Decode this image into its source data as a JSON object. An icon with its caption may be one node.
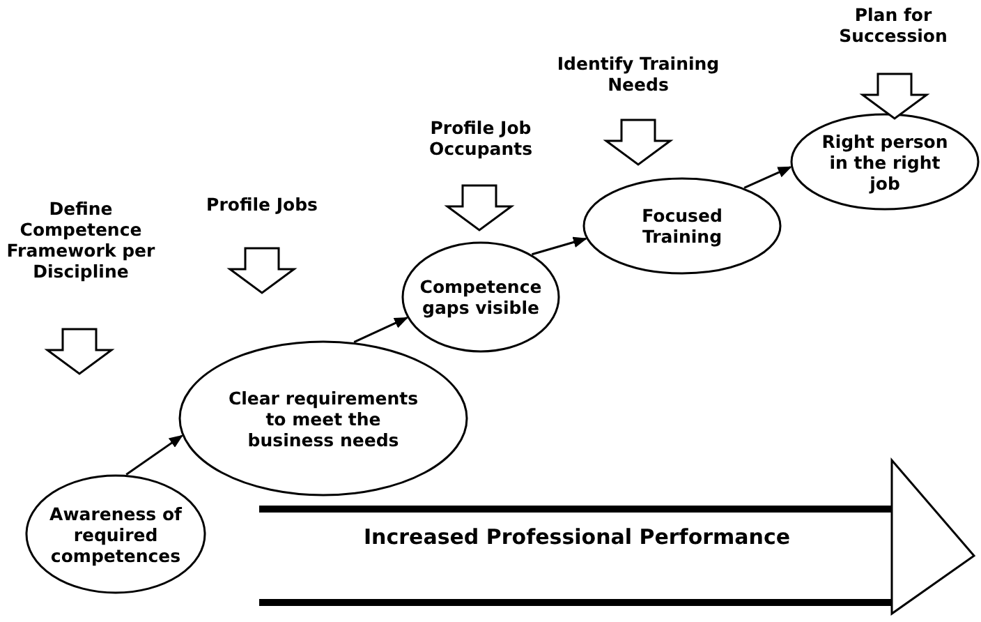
{
  "diagram": {
    "nodes": [
      {
        "text": [
          "Awareness of required competences"
        ]
      },
      {
        "text": [
          "Clear requirements to meet the business needs"
        ]
      },
      {
        "text": [
          "Competence gaps visible"
        ]
      },
      {
        "text": [
          "Focused Training"
        ]
      },
      {
        "text": [
          "Right person in the right job"
        ]
      },
      {
        "text": [
          "Increased Professional Performance"
        ]
      }
    ],
    "edges": [
      {
        "from": 0,
        "to": 1,
        "arrow": "to"
      },
      {
        "from": 1,
        "to": 2,
        "arrow": "to"
      },
      {
        "from": 2,
        "to": 3,
        "arrow": "to"
      },
      {
        "from": 3,
        "to": 4,
        "arrow": "to"
      }
    ],
    "labels": [
      "Define Competence Framework per Discipline",
      "Profile Jobs",
      "Profile Job Occupants",
      "Identify Training Needs",
      "Plan for Succession"
    ]
  }
}
